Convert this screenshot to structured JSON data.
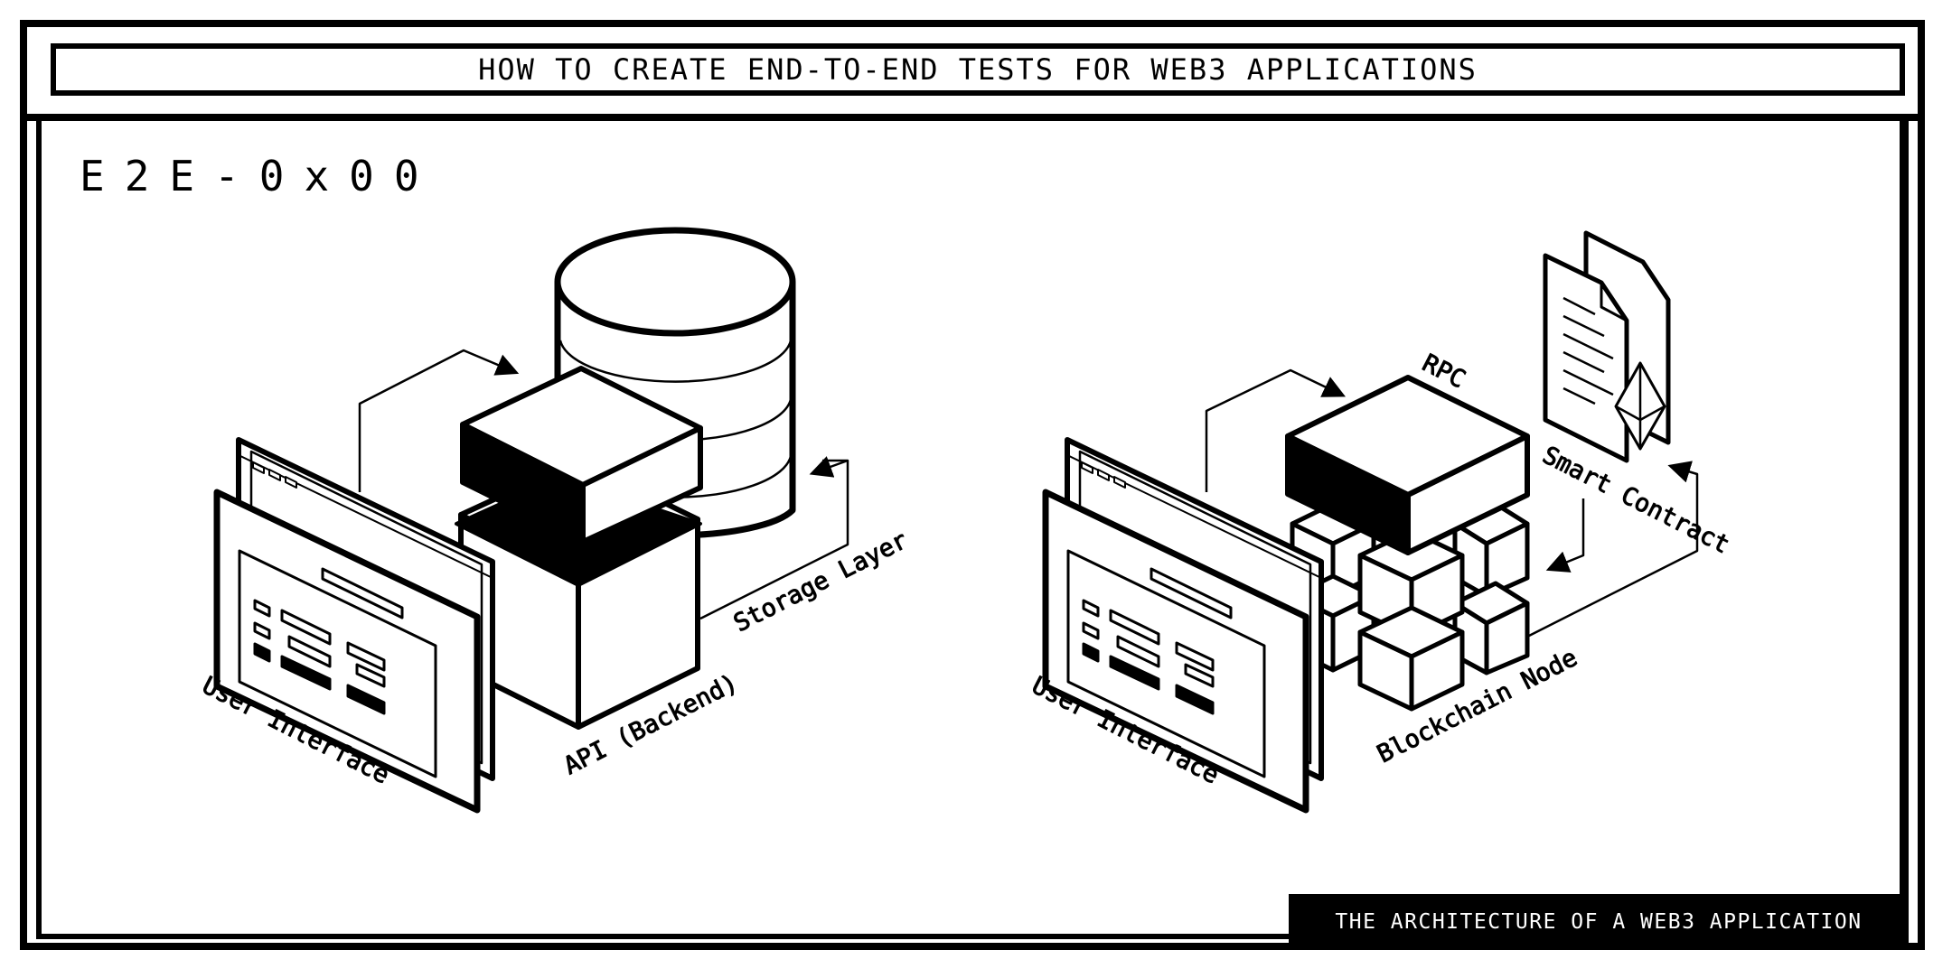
{
  "header": {
    "title": "HOW TO CREATE END-TO-END TESTS FOR WEB3 APPLICATIONS"
  },
  "code": "E2E-0x00",
  "footer": {
    "caption": "THE ARCHITECTURE OF A WEB3 APPLICATION"
  },
  "web2": {
    "ui_label": "User Interface",
    "api_label": "API (Backend)",
    "storage_label": "Storage Layer"
  },
  "web3": {
    "ui_label": "User Interface",
    "rpc_label": "RPC",
    "node_label": "Blockchain Node",
    "contract_label": "Smart Contract"
  },
  "colors": {
    "ink": "#000000",
    "paper": "#ffffff"
  }
}
